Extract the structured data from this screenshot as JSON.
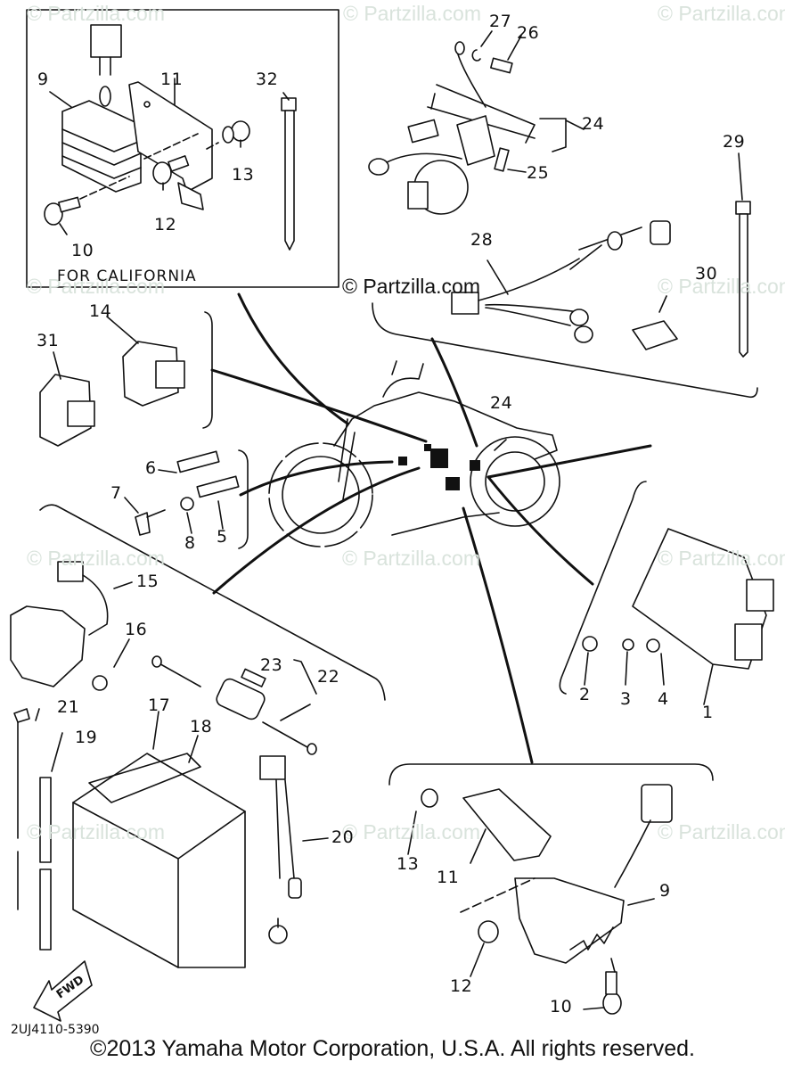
{
  "diagram": {
    "inset": {
      "caption": "FOR CALIFORNIA"
    },
    "diagram_code": "2UJ4110-5390",
    "copyright": "©2013  Yamaha Motor Corporation, U.S.A. All rights reserved.",
    "fwd_label": "FWD",
    "watermark_text": "© Partzilla.com",
    "colors": {
      "line": "#111111",
      "background": "#ffffff",
      "watermark": "#d9e3dc"
    },
    "callouts": {
      "inset_9": "9",
      "inset_11": "11",
      "inset_32": "32",
      "inset_13": "13",
      "inset_12": "12",
      "inset_10": "10",
      "c27": "27",
      "c26": "26",
      "c24_top": "24",
      "c25": "25",
      "c29": "29",
      "c28": "28",
      "c30": "30",
      "c14": "14",
      "c31": "31",
      "c6": "6",
      "c7": "7",
      "c8": "8",
      "c5": "5",
      "c24_bike": "24",
      "c2": "2",
      "c3": "3",
      "c4": "4",
      "c1": "1",
      "c15": "15",
      "c16": "16",
      "c23": "23",
      "c22": "22",
      "c21": "21",
      "c19": "19",
      "c17": "17",
      "c18": "18",
      "c20": "20",
      "lower_13": "13",
      "lower_11": "11",
      "lower_9": "9",
      "lower_12": "12",
      "lower_10": "10"
    }
  }
}
